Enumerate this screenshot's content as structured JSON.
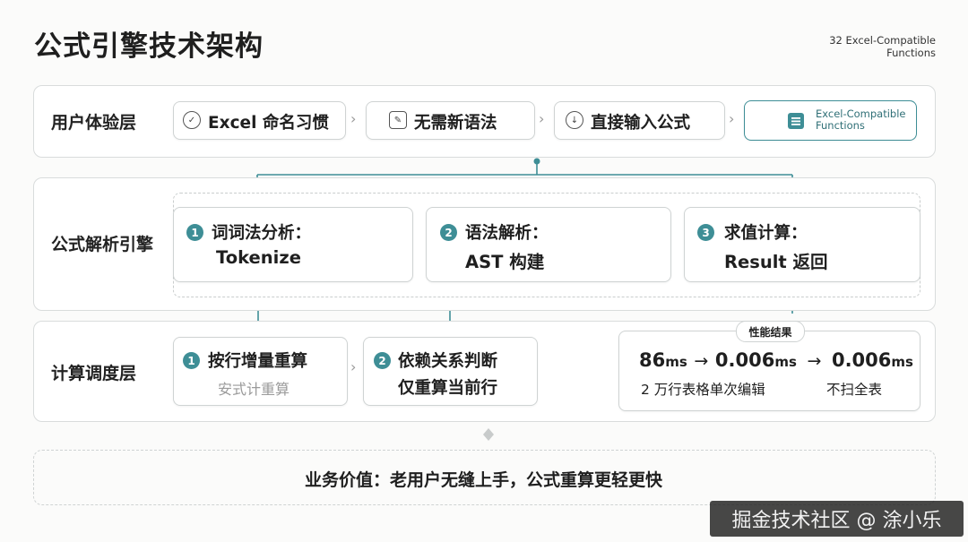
{
  "title": "公式引擎技术架构",
  "corner_note": {
    "line1": "32 Excel-Compatible",
    "line2": "Functions"
  },
  "layers": {
    "ux": {
      "label": "用户体验层",
      "items": [
        {
          "icon": "shield-check-icon",
          "label": "Excel 命名习惯"
        },
        {
          "icon": "edit-icon",
          "label": "无需新语法"
        },
        {
          "icon": "input-icon",
          "label": "直接输入公式"
        }
      ],
      "badge": {
        "icon": "sheet-icon",
        "line1": "Excel-Compatible",
        "line2": "Functions"
      }
    },
    "parser": {
      "label": "公式解析引擎",
      "steps": [
        {
          "num": "1",
          "title": "词词法分析：",
          "sub": "Tokenize"
        },
        {
          "num": "2",
          "title": "语法解析：",
          "sub": "AST 构建"
        },
        {
          "num": "3",
          "title": "求值计算：",
          "sub": "Result 返回"
        }
      ]
    },
    "scheduler": {
      "label": "计算调度层",
      "steps": [
        {
          "num": "1",
          "title": "按行增量重算",
          "sub": "安式计重算"
        },
        {
          "num": "2",
          "title": "依赖关系判断",
          "sub": "仅重算当前行"
        }
      ],
      "perf": {
        "tag": "性能结果",
        "v1": "86",
        "u1": "ms",
        "arrow1": "→",
        "v2": "0.006",
        "u2": "ms",
        "arrow2": "→",
        "v3": "0.006",
        "u3": "ms",
        "note1": "2 万行表格单次编辑",
        "note2": "不扫全表"
      }
    }
  },
  "footer": "业务价值：老用户无缝上手，公式重算更轻更快",
  "watermark": "掘金技术社区 @ 涂小乐",
  "colors": {
    "accent": "#3e8e96",
    "border": "#d9dcdc"
  }
}
